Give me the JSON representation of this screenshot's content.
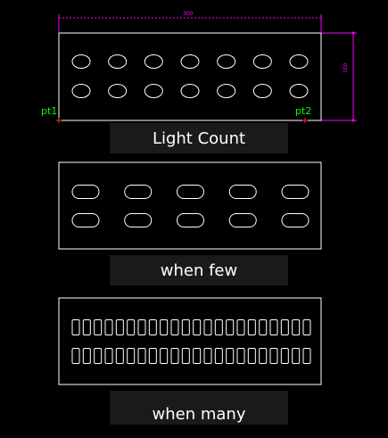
{
  "colors": {
    "background": "#000000",
    "outline": "#ffffff",
    "dimension": "#ff00ff",
    "point": "#00ff00",
    "caption_bg": "#1a1a1a",
    "caption_text": "#ffffff"
  },
  "dimensions": {
    "width": "300",
    "height": "100"
  },
  "points": {
    "left": "pt1",
    "right": "pt2"
  },
  "panels": [
    {
      "caption": "Light Count",
      "columns": 7,
      "rows": 2,
      "slot_shape": "oval"
    },
    {
      "caption": "when few",
      "columns": 5,
      "rows": 2,
      "slot_shape": "stadium"
    },
    {
      "caption": "when many",
      "columns": 22,
      "rows": 2,
      "slot_shape": "narrow-slot"
    }
  ]
}
